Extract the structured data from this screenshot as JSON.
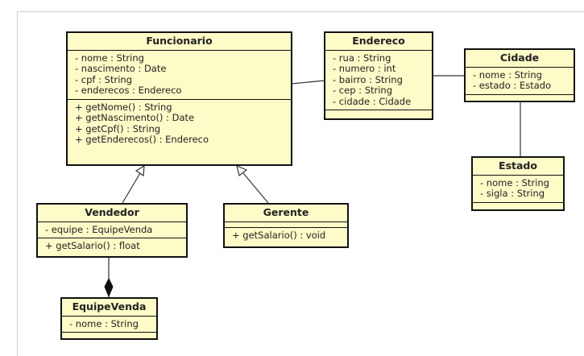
{
  "classes": {
    "funcionario": {
      "name": "Funcionario",
      "attributes": [
        "- nome : String",
        "- nascimento : Date",
        "- cpf : String",
        "- enderecos : Endereco"
      ],
      "operations": [
        "+ getNome() : String",
        "+ getNascimento() : Date",
        "+ getCpf() : String",
        "+ getEnderecos() : Endereco"
      ]
    },
    "endereco": {
      "name": "Endereco",
      "attributes": [
        "- rua : String",
        "- numero : int",
        "- bairro : String",
        "- cep : String",
        "- cidade : Cidade"
      ],
      "operations": []
    },
    "cidade": {
      "name": "Cidade",
      "attributes": [
        "- nome : String",
        "- estado : Estado"
      ],
      "operations": []
    },
    "estado": {
      "name": "Estado",
      "attributes": [
        "- nome : String",
        "- sigla : String"
      ],
      "operations": []
    },
    "vendedor": {
      "name": "Vendedor",
      "attributes": [
        "- equipe : EquipeVenda"
      ],
      "operations": [
        "+ getSalario() : float"
      ]
    },
    "gerente": {
      "name": "Gerente",
      "attributes": [],
      "operations": [
        "+ getSalario() : void"
      ]
    },
    "equipevenda": {
      "name": "EquipeVenda",
      "attributes": [
        "- nome : String"
      ],
      "operations": []
    }
  },
  "relationships": [
    {
      "type": "association",
      "from": "funcionario",
      "to": "endereco"
    },
    {
      "type": "association",
      "from": "endereco",
      "to": "cidade"
    },
    {
      "type": "association",
      "from": "cidade",
      "to": "estado"
    },
    {
      "type": "generalization",
      "from": "vendedor",
      "to": "funcionario"
    },
    {
      "type": "generalization",
      "from": "gerente",
      "to": "funcionario"
    },
    {
      "type": "composition",
      "from": "equipevenda",
      "to": "vendedor"
    }
  ],
  "colors": {
    "class_fill": "#fdfbc7",
    "class_border": "#111111",
    "link": "#333333"
  }
}
